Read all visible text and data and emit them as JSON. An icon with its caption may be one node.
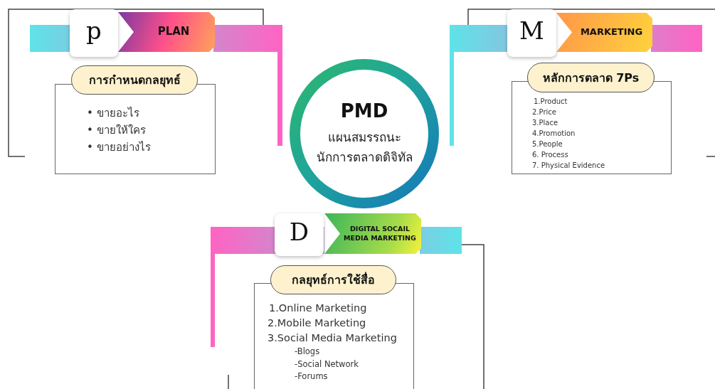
{
  "diagram": {
    "nodes": [
      {
        "text": [
          "PMD",
          "แผนสมรรถนะ นักการตลาดดิจิทัล"
        ]
      },
      {
        "text": [
          "p"
        ]
      },
      {
        "text": [
          "PLAN"
        ]
      },
      {
        "text": [
          "การกำหนดกลยุทธ์"
        ]
      },
      {
        "text": [
          "• ขายอะไร",
          "• ขายให้ใคร",
          "• ขายอย่างไร"
        ]
      },
      {
        "text": [
          "M"
        ]
      },
      {
        "text": [
          "MARKETING"
        ]
      },
      {
        "text": [
          "หลักการตลาด 7Ps"
        ]
      },
      {
        "text": [
          "1.Product",
          "2.Price",
          "3.Place",
          "4.Promotion",
          "5.People",
          "6. Process",
          "7. Physical Evidence"
        ]
      },
      {
        "text": [
          "D"
        ]
      },
      {
        "text": [
          "DIGITAL SOCAIL MEDIA MARKETING"
        ]
      },
      {
        "text": [
          "กลยุทธ์การใช้สื่อ"
        ]
      },
      {
        "text": [
          "1.Online Marketing",
          "2.Mobile Marketing",
          "3.Social Media Marketing",
          "-Blogs",
          "-Social Network",
          "-Forums"
        ]
      }
    ]
  }
}
